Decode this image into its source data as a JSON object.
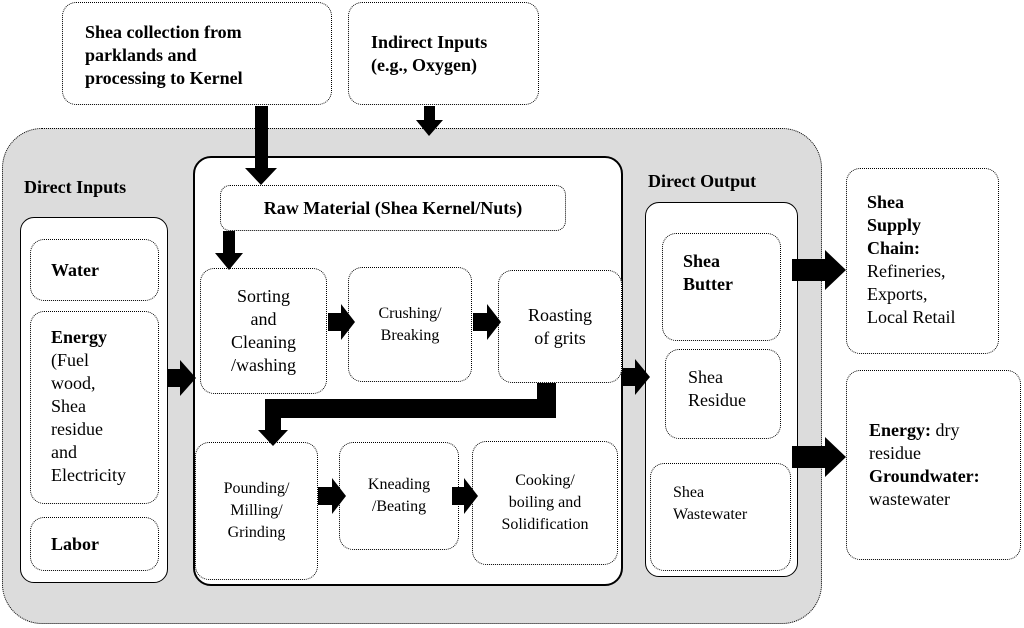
{
  "top": {
    "shea_collection": "Shea collection from\nparklands and\nprocessing to Kernel",
    "indirect_inputs": "Indirect Inputs\n(e.g., Oxygen)"
  },
  "direct_inputs": {
    "title": "Direct Inputs",
    "water": "Water",
    "energy_title": "Energy",
    "energy_detail": "(Fuel\nwood,\nShea\nresidue\nand\nElectricity",
    "labor": "Labor"
  },
  "process": {
    "raw_material": "Raw Material (Shea Kernel/Nuts)",
    "sorting": "Sorting\nand\nCleaning\n/washing",
    "crushing": "Crushing/\nBreaking",
    "roasting": "Roasting\nof grits",
    "pounding": "Pounding/\nMilling/\nGrinding",
    "kneading": "Kneading\n/Beating",
    "cooking": "Cooking/\nboiling and\nSolidification"
  },
  "direct_output": {
    "title": "Direct Output",
    "shea_butter": "Shea\nButter",
    "shea_residue": "Shea\nResidue",
    "shea_wastewater": "Shea\nWastewater"
  },
  "supply_chain": {
    "title": "Shea\nSupply\nChain:",
    "detail": "Refineries,\nExports,\nLocal Retail"
  },
  "env": {
    "energy_label": "Energy:",
    "energy_value": " dry",
    "energy_value2": "residue",
    "groundwater_label": "Groundwater:",
    "groundwater_value": "wastewater"
  }
}
